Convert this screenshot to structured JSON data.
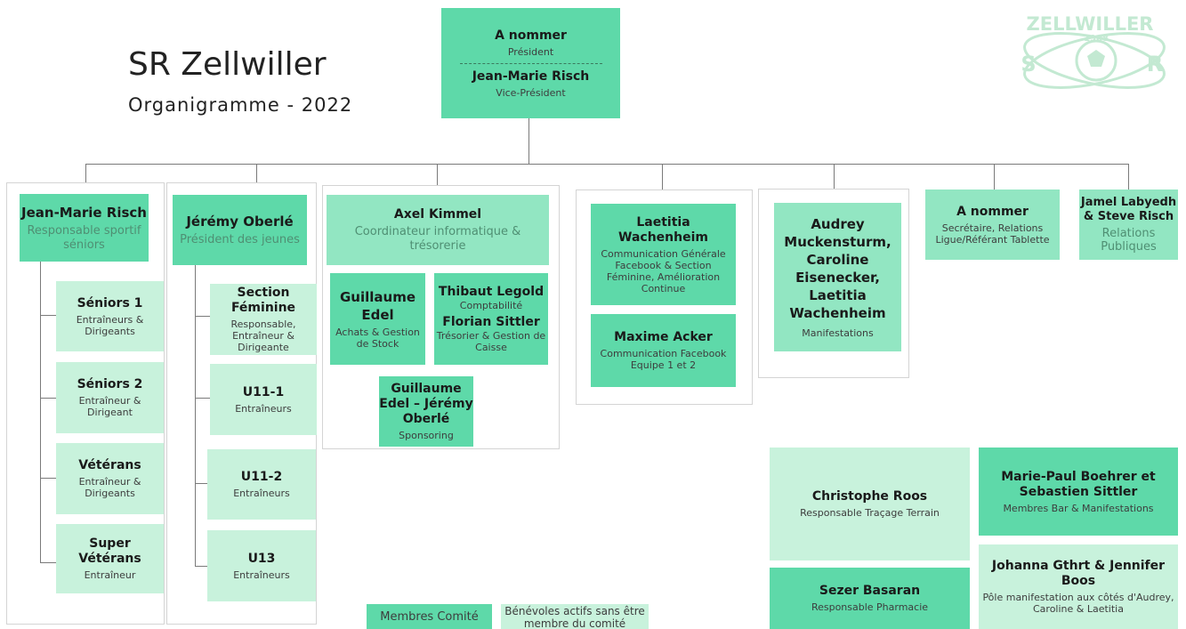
{
  "header": {
    "title": "SR Zellwiller",
    "subtitle": "Organigramme - 2022"
  },
  "logo": {
    "text": "ZELLWILLER",
    "year": "1968",
    "left": "S",
    "right": "R"
  },
  "top": {
    "name1": "A nommer",
    "role1": "Président",
    "name2": "Jean-Marie Risch",
    "role2": "Vice-Président"
  },
  "col1": {
    "name": "Jean-Marie Risch",
    "role": "Responsable sportif séniors",
    "children": [
      {
        "name": "Séniors 1",
        "role": "Entraîneurs & Dirigeants"
      },
      {
        "name": "Séniors 2",
        "role": "Entraîneur & Dirigeant"
      },
      {
        "name": "Vétérans",
        "role": "Entraîneur & Dirigeants"
      },
      {
        "name": "Super Vétérans",
        "role": "Entraîneur"
      }
    ]
  },
  "col2": {
    "name": "Jérémy Oberlé",
    "role": "Président des jeunes",
    "children": [
      {
        "name": "Section Féminine",
        "role": "Responsable, Entraîneur & Dirigeante"
      },
      {
        "name": "U11-1",
        "role": "Entraîneurs"
      },
      {
        "name": "U11-2",
        "role": "Entraîneurs"
      },
      {
        "name": "U13",
        "role": "Entraîneurs"
      }
    ]
  },
  "col3": {
    "name": "Axel Kimmel",
    "role": "Coordinateur informatique & trésorerie",
    "sub1": {
      "name": "Guillaume Edel",
      "role": "Achats & Gestion de Stock"
    },
    "sub2": {
      "name1": "Thibaut Legold",
      "role1": "Comptabilité",
      "name2": "Florian Sittler",
      "role2": "Trésorier & Gestion de Caisse"
    },
    "sub3": {
      "name": "Guillaume Edel – Jérémy Oberlé",
      "role": "Sponsoring"
    }
  },
  "col4": {
    "box1": {
      "name": "Laetitia Wachenheim",
      "role": "Communication Générale Facebook & Section Féminine, Amélioration Continue"
    },
    "box2": {
      "name": "Maxime Acker",
      "role": "Communication Facebook Equipe 1 et 2"
    }
  },
  "col5": {
    "name": "Audrey Muckensturm, Caroline Eisenecker, Laetitia Wachenheim",
    "role": "Manifestations"
  },
  "col6": {
    "name": "A nommer",
    "role": "Secrétaire, Relations Ligue/Référant Tablette"
  },
  "col7": {
    "name": "Jamel Labyedh & Steve Risch",
    "role": "Relations Publiques"
  },
  "volunteers": [
    {
      "name": "Christophe Roos",
      "role": "Responsable Traçage Terrain"
    },
    {
      "name": "Marie-Paul Boehrer et Sebastien Sittler",
      "role": "Membres Bar & Manifestations"
    },
    {
      "name": "Sezer Basaran",
      "role": "Responsable Pharmacie"
    },
    {
      "name": "Johanna Gthrt & Jennifer Boos",
      "role": "Pôle manifestation aux côtés d'Audrey, Caroline & Laetitia"
    }
  ],
  "legend": {
    "members": "Membres Comité",
    "volunteers": "Bénévoles actifs sans être membre du comité"
  },
  "colors": {
    "dark": "#5ed9a9",
    "mid": "#92e6c2",
    "light": "#c8f2dc",
    "accent_text": "#4f8f73"
  }
}
